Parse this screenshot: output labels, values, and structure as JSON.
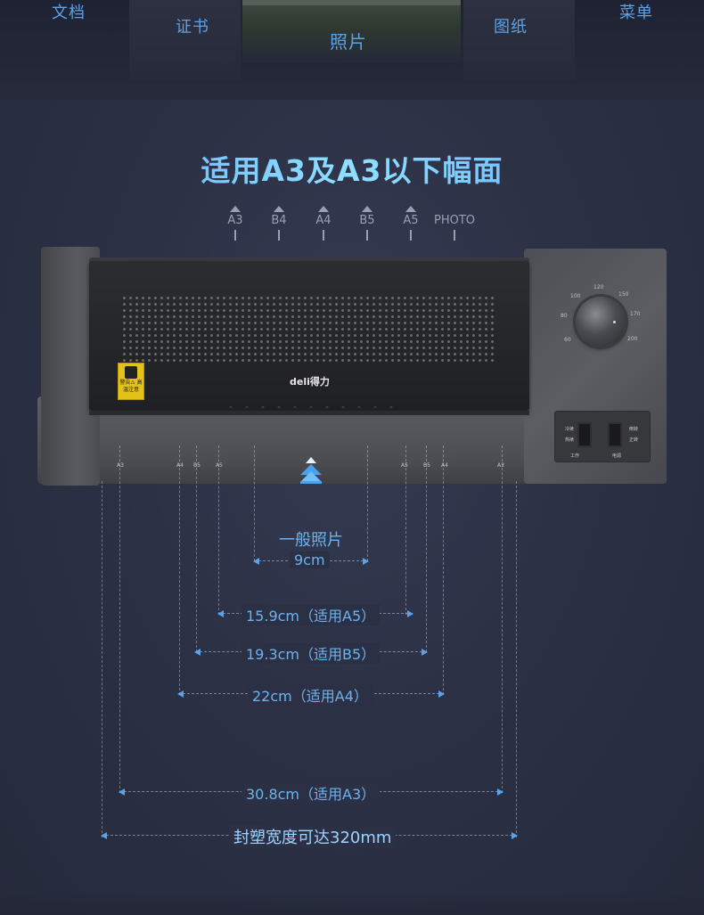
{
  "top_categories": [
    "文档",
    "证书",
    "照片",
    "图纸",
    "菜单"
  ],
  "title": "适用A3及A3以下幅面",
  "size_markers": [
    "A3",
    "B4",
    "A4",
    "B5",
    "A5",
    "PHOTO"
  ],
  "machine": {
    "brand": "deli得力",
    "warning_label": "警告⚠ 高温注意",
    "knob_scale": [
      "60",
      "80",
      "100",
      "120",
      "150",
      "170",
      "200"
    ],
    "switch_labels": [
      "冷裱",
      "热裱",
      "倒转",
      "正转",
      "工作",
      "电源"
    ],
    "scale_labels": [
      "A3",
      "A4",
      "B5",
      "A5",
      "A5",
      "B5",
      "A4",
      "A3"
    ]
  },
  "measurements": {
    "photo_label": "一般照片",
    "photo_width": "9cm",
    "a5": "15.9cm（适用A5）",
    "b5": "19.3cm（适用B5）",
    "a4": "22cm（适用A4）",
    "a3": "30.8cm（适用A3）",
    "max": "封塑宽度可达320mm"
  }
}
